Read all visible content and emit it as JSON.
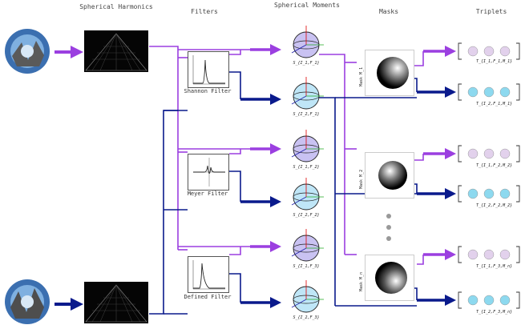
{
  "headers": {
    "spherical_harmonics": "Spherical Harmonics",
    "filters": "Filters",
    "spherical_moments": "Spherical Moments",
    "masks": "Masks",
    "triplets": "Triplets"
  },
  "filters": [
    {
      "label": "Shannon Filter"
    },
    {
      "label": "Meyer Filter"
    },
    {
      "label": "Defined Filter"
    }
  ],
  "moments": [
    {
      "label": "S_{I_1,F_1}"
    },
    {
      "label": "S_{I_2,F_1}"
    },
    {
      "label": "S_{I_1,F_2}"
    },
    {
      "label": "S_{I_2,F_2}"
    },
    {
      "label": "S_{I_1,F_3}"
    },
    {
      "label": "S_{I_2,F_3}"
    }
  ],
  "masks": [
    {
      "label": "Mask M_1"
    },
    {
      "label": "Mask M_2"
    },
    {
      "label": "Mask M_n"
    }
  ],
  "triplets": [
    {
      "label": "T_{I_1,F_1,M_1}"
    },
    {
      "label": "T_{I_2,F_1,M_1}"
    },
    {
      "label": "T_{I_1,F_2,M_2}"
    },
    {
      "label": "T_{I_2,F_2,M_2}"
    },
    {
      "label": "T_{I_1,F_3,M_n}"
    },
    {
      "label": "T_{I_2,F_3,M_n}"
    }
  ],
  "colors": {
    "purple": "#9b3fe0",
    "navy": "#0a1a8c",
    "triplet_purple": "#e2d1ec",
    "triplet_blue": "#8dd9ef",
    "sphere_purple": "#c9c2f2",
    "sphere_blue": "#bfe6f7"
  }
}
